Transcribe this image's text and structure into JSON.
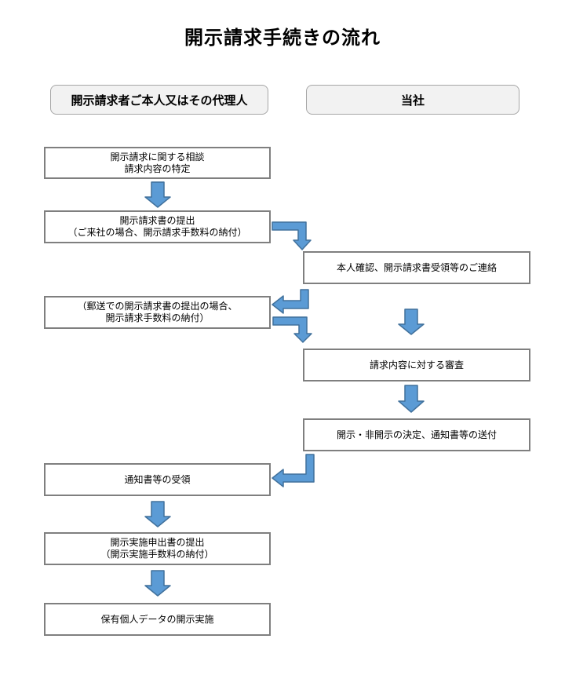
{
  "title": "開示請求手続きの流れ",
  "lanes": {
    "requester": {
      "label": "開示請求者ご本人又はその代理人"
    },
    "company": {
      "label": "当社"
    }
  },
  "boxes": {
    "consultation": {
      "line1": "開示請求に関する相談",
      "line2": "請求内容の特定"
    },
    "request_submission": {
      "line1": "開示請求書の提出",
      "line2": "（ご来社の場合、開示請求手数料の納付）"
    },
    "identity_confirmation": {
      "line1": "本人確認、開示請求書受領等のご連絡"
    },
    "mail_submission": {
      "line1": "（郵送での開示請求書の提出の場合、",
      "line2": "開示請求手数料の納付）"
    },
    "content_review": {
      "line1": "請求内容に対する審査"
    },
    "decision_notice": {
      "line1": "開示・非開示の決定、通知書等の送付"
    },
    "notice_receipt": {
      "line1": "通知書等の受領"
    },
    "implementation_application": {
      "line1": "開示実施申出書の提出",
      "line2": "（開示実施手数料の納付）"
    },
    "data_disclosure": {
      "line1": "保有個人データの開示実施"
    }
  },
  "colors": {
    "arrow_fill": "#5B9BD5",
    "arrow_stroke": "#41719C",
    "box_border": "#7F7F7F",
    "lane_fill": "#F2F2F2",
    "lane_border": "#A6A6A6"
  }
}
